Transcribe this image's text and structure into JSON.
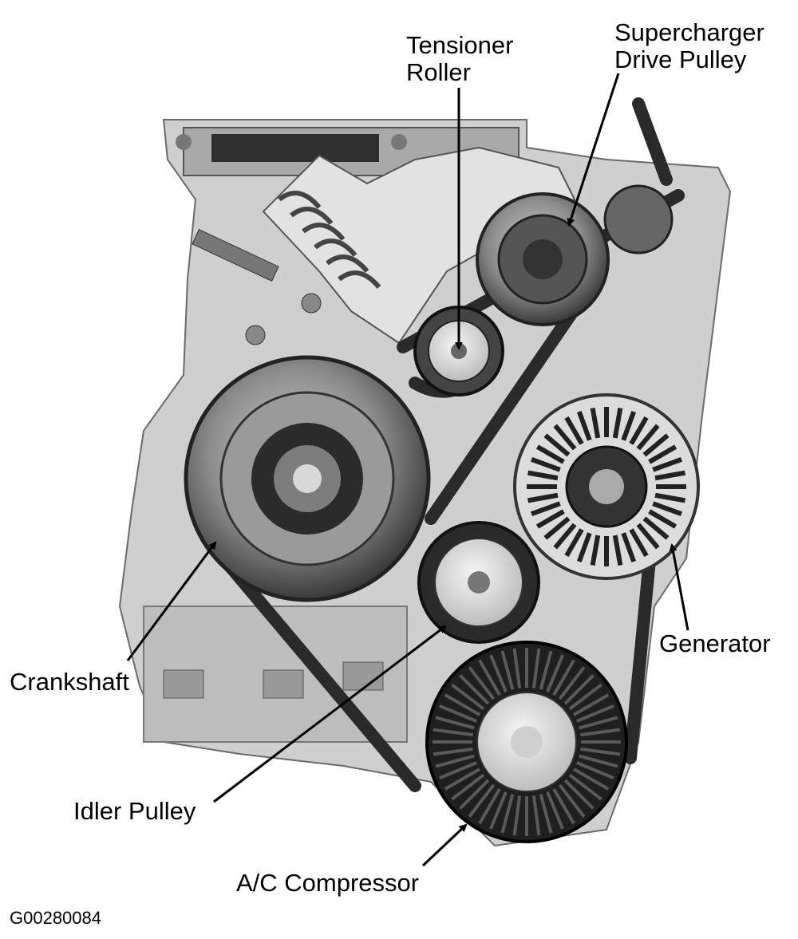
{
  "figure_id": "G00280084",
  "labels": {
    "tensioner_roller": [
      "Tensioner",
      "Roller"
    ],
    "supercharger_drive_pulley": [
      "Supercharger",
      "Drive Pulley"
    ],
    "crankshaft": "Crankshaft",
    "generator": "Generator",
    "idler_pulley": "Idler Pulley",
    "ac_compressor": "A/C Compressor"
  }
}
